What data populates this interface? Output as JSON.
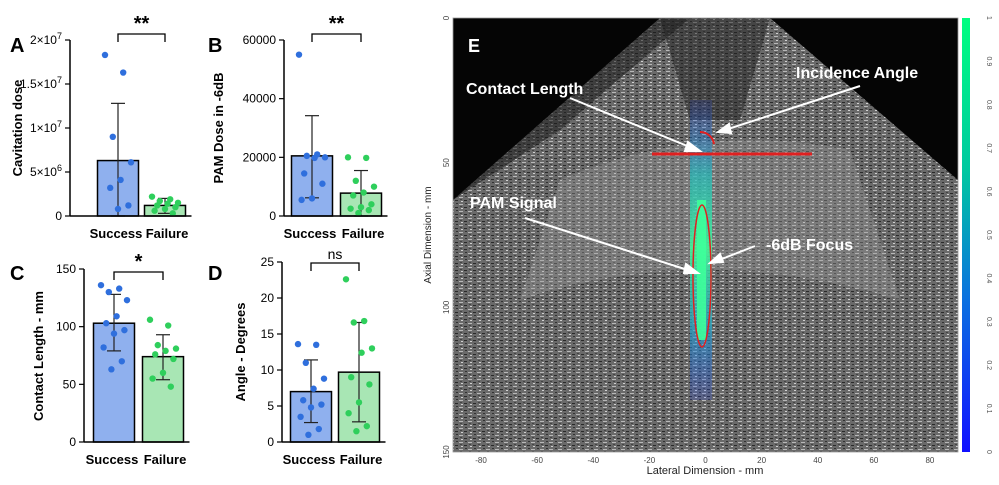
{
  "colors": {
    "success_fill": "#8fb0ee",
    "success_dot": "#2f6fdd",
    "failure_fill": "#a8e6b4",
    "failure_dot": "#2fcf5c",
    "annotation_red": "#e02020",
    "pam_green": "#3dff9a",
    "pam_blue": "#1a40ff"
  },
  "icons": {},
  "chart_data": [
    {
      "panel": "A",
      "type": "bar",
      "categories": [
        "Success",
        "Failure"
      ],
      "ylabel": "Cavitation dose",
      "ylim": [
        0,
        20000000
      ],
      "ticks": [
        {
          "value": 0,
          "label": "0"
        },
        {
          "value": 5000000,
          "base": "5×10",
          "exp": "6"
        },
        {
          "value": 10000000,
          "base": "1×10",
          "exp": "7"
        },
        {
          "value": 15000000,
          "base": "1.5×10",
          "exp": "7"
        },
        {
          "value": 20000000,
          "base": "2×10",
          "exp": "7"
        }
      ],
      "bars": [
        6300000,
        1200000
      ],
      "sd": [
        [
          0,
          12800000
        ],
        [
          300000,
          2000000
        ]
      ],
      "points": [
        [
          18300000,
          16300000,
          9000000,
          6100000,
          4100000,
          3200000,
          1200000,
          800000
        ],
        [
          2200000,
          1900000,
          1700000,
          1500000,
          1400000,
          1200000,
          1000000,
          800000,
          600000,
          300000
        ]
      ],
      "significance": "**"
    },
    {
      "panel": "B",
      "type": "bar",
      "categories": [
        "Success",
        "Failure"
      ],
      "ylabel": "PAM Dose in -6dB",
      "ylim": [
        0,
        60000
      ],
      "ticks": [
        {
          "value": 0,
          "label": "0"
        },
        {
          "value": 20000,
          "label": "20000"
        },
        {
          "value": 40000,
          "label": "40000"
        },
        {
          "value": 60000,
          "label": "60000"
        }
      ],
      "bars": [
        20500,
        7800
      ],
      "sd": [
        [
          6200,
          34200
        ],
        [
          0,
          15500
        ]
      ],
      "points": [
        [
          55000,
          21000,
          20500,
          20000,
          19800,
          14500,
          11000,
          6000,
          5500
        ],
        [
          20000,
          19800,
          12000,
          10000,
          8000,
          7000,
          4000,
          3000,
          2500,
          2000,
          1000
        ]
      ],
      "significance": "**"
    },
    {
      "panel": "C",
      "type": "bar",
      "categories": [
        "Success",
        "Failure"
      ],
      "ylabel": "Contact Length - mm",
      "ylim": [
        0,
        150
      ],
      "ticks": [
        {
          "value": 0,
          "label": "0"
        },
        {
          "value": 50,
          "label": "50"
        },
        {
          "value": 100,
          "label": "100"
        },
        {
          "value": 150,
          "label": "150"
        }
      ],
      "bars": [
        103,
        74
      ],
      "sd": [
        [
          79,
          128
        ],
        [
          54,
          93
        ]
      ],
      "points": [
        [
          136,
          133,
          130,
          123,
          109,
          103,
          97,
          94,
          82,
          70,
          63
        ],
        [
          106,
          101,
          84,
          81,
          79,
          76,
          72,
          60,
          55,
          48
        ]
      ],
      "significance": "*"
    },
    {
      "panel": "D",
      "type": "bar",
      "categories": [
        "Success",
        "Failure"
      ],
      "ylabel": "Angle - Degrees",
      "ylim": [
        0,
        25
      ],
      "ticks": [
        {
          "value": 0,
          "label": "0"
        },
        {
          "value": 5,
          "label": "5"
        },
        {
          "value": 10,
          "label": "10"
        },
        {
          "value": 15,
          "label": "15"
        },
        {
          "value": 20,
          "label": "20"
        },
        {
          "value": 25,
          "label": "25"
        }
      ],
      "bars": [
        7.0,
        9.7
      ],
      "sd": [
        [
          2.7,
          11.4
        ],
        [
          2.8,
          16.6
        ]
      ],
      "points": [
        [
          13.6,
          13.5,
          11.0,
          8.8,
          7.4,
          5.8,
          5.2,
          4.8,
          3.5,
          1.8,
          1.0
        ],
        [
          22.6,
          16.8,
          16.6,
          13.0,
          12.4,
          9.0,
          8.0,
          5.5,
          4.0,
          2.2,
          1.5
        ]
      ],
      "significance": "ns"
    },
    {
      "panel": "E",
      "type": "heatmap",
      "xlabel": "Lateral Dimension - mm",
      "ylabel": "Axial Dimension - mm",
      "xlim": [
        -90,
        90
      ],
      "ylim": [
        0,
        150
      ],
      "xticks": [
        -80,
        -60,
        -40,
        -20,
        0,
        20,
        40,
        60,
        80
      ],
      "yticks": [
        0,
        50,
        100,
        150
      ],
      "colorbar_ticks": [
        "1",
        "0.9",
        "0.8",
        "0.7",
        "0.6",
        "0.5",
        "0.4",
        "0.3",
        "0.2",
        "0.1",
        "0"
      ],
      "annotations": [
        "Contact Length",
        "Incidence Angle",
        "PAM Signal",
        "-6dB Focus"
      ]
    }
  ]
}
